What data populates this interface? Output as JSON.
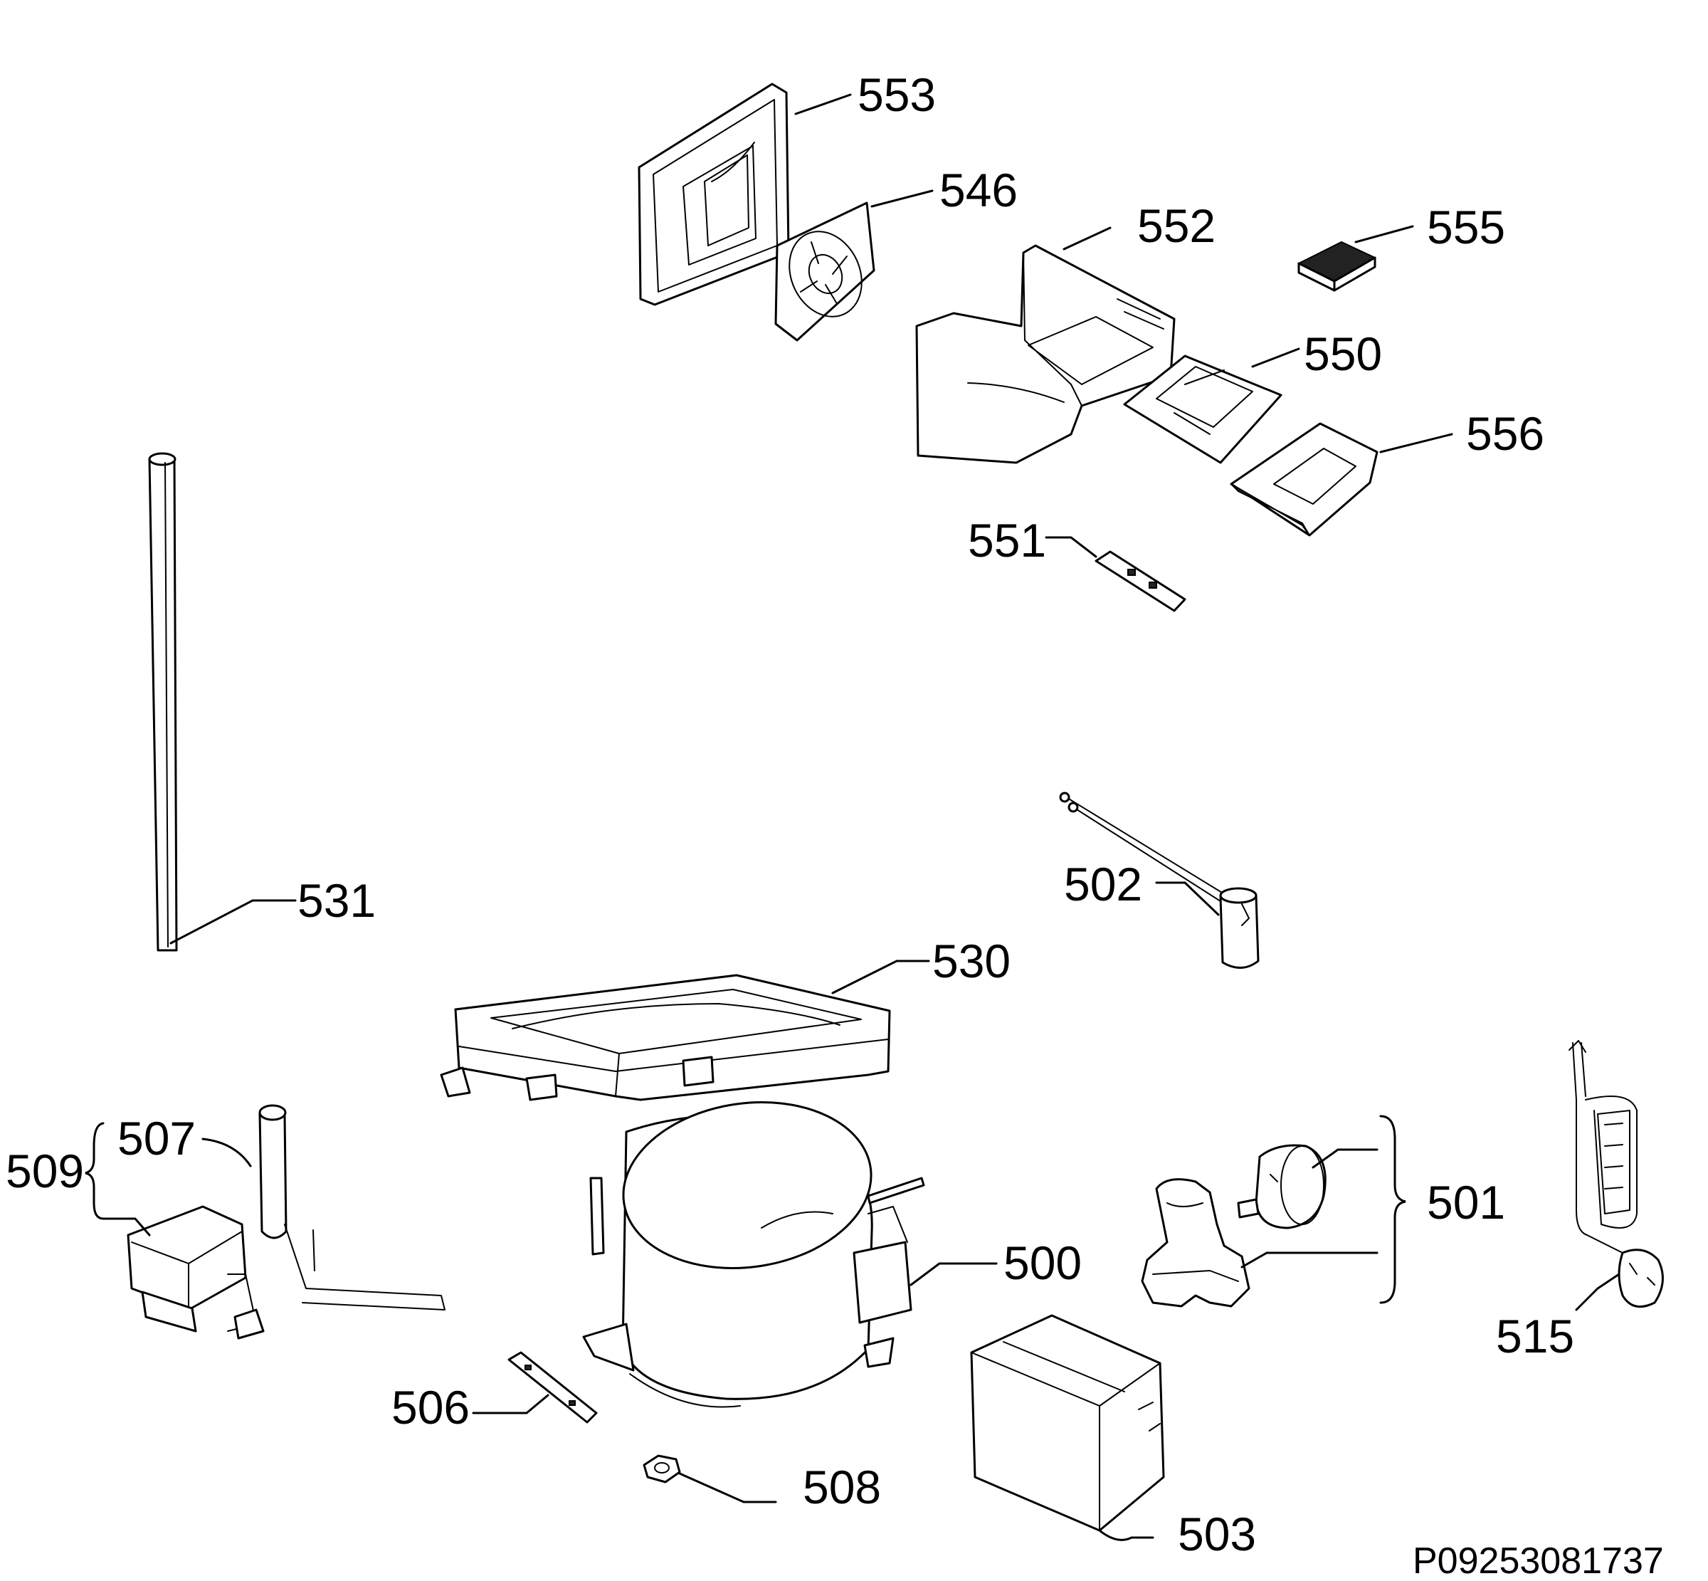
{
  "parts": {
    "p553": "553",
    "p546": "546",
    "p552": "552",
    "p555": "555",
    "p550": "550",
    "p556": "556",
    "p551": "551",
    "p531": "531",
    "p502": "502",
    "p530": "530",
    "p509": "509",
    "p507": "507",
    "p501": "501",
    "p500": "500",
    "p515": "515",
    "p506": "506",
    "p508": "508",
    "p503": "503"
  },
  "drawing_code": "P09253081737"
}
